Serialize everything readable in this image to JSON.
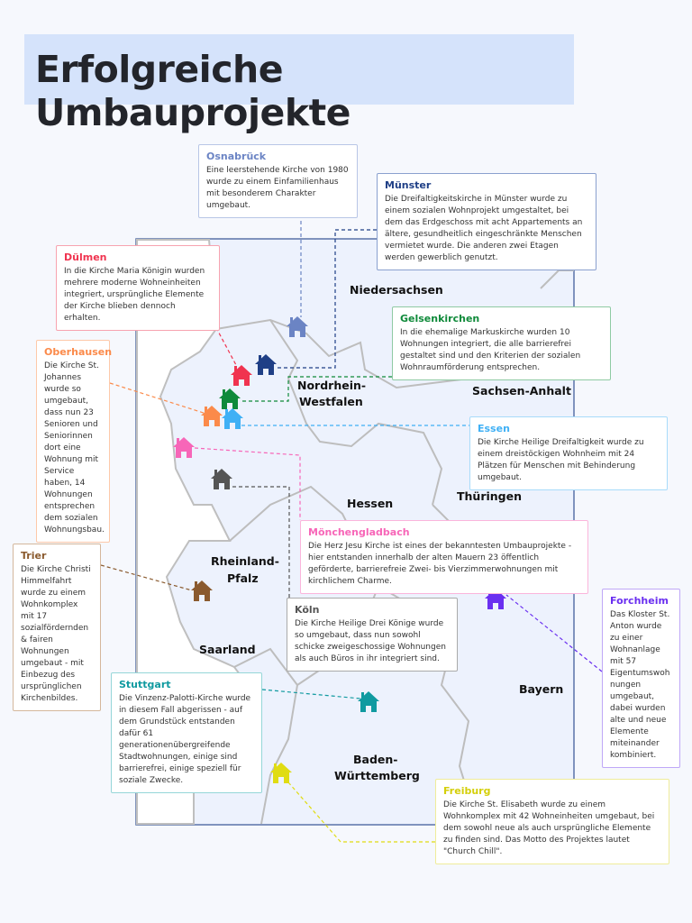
{
  "title": "Erfolgreiche Umbauprojekte",
  "regions": {
    "niedersachsen": "Niedersachsen",
    "nrw_1": "Nordrhein-",
    "nrw_2": "Westfalen",
    "sachsen_anhalt": "Sachsen-Anhalt",
    "hessen": "Hessen",
    "thueringen": "Thüringen",
    "rlp_1": "Rheinland-",
    "rlp_2": "Pfalz",
    "saarland": "Saarland",
    "bayern": "Bayern",
    "bw_1": "Baden-",
    "bw_2": "Württemberg"
  },
  "projects": {
    "osnabrueck": {
      "city": "Osnabrück",
      "text": "Eine leerstehende Kirche von 1980 wurde zu einem Einfamilienhaus mit besonderem Charakter umgebaut.",
      "color": "#6b84c4"
    },
    "muenster": {
      "city": "Münster",
      "text": "Die Dreifaltigkeitskirche in Münster wurde zu einem sozialen Wohnprojekt umgestaltet, bei dem das Erdgeschoss mit acht Appartements an ältere, gesundheitlich eingeschränkte Menschen vermietet wurde. Die anderen zwei Etagen werden gewerblich genutzt.",
      "color": "#1f3f86"
    },
    "duelmen": {
      "city": "Dülmen",
      "text": "In die Kirche Maria Königin wurden mehrere moderne Wohneinheiten integriert, ursprüngliche Elemente der Kirche blieben dennoch erhalten.",
      "color": "#f0334f"
    },
    "oberhausen": {
      "city": "Oberhausen",
      "text": "Die Kirche St. Johannes wurde so umgebaut, dass nun 23 Senioren und Seniorinnen dort eine Wohnung mit Service haben, 14 Wohnungen entsprechen dem sozialen Wohnungsbau.",
      "color": "#fb8a4a"
    },
    "gelsenkirchen": {
      "city": "Gelsenkirchen",
      "text": "In die ehemalige Markuskirche wurden 10 Wohnungen integriert, die alle barrierefrei gestaltet sind und den Kriterien der sozialen Wohnraumförderung entsprechen.",
      "color": "#0f8a3a"
    },
    "essen": {
      "city": "Essen",
      "text": "Die Kirche Heilige Dreifaltigkeit wurde zu einem dreistöckigen Wohnheim mit 24 Plätzen für Menschen mit Behinderung umgebaut.",
      "color": "#3fb0f5"
    },
    "moenchengladbach": {
      "city": "Mönchengladbach",
      "text": "Die Herz Jesu Kirche ist eines der bekanntesten Umbauprojekte - hier entstanden innerhalb der alten Mauern 23 öffentlich geförderte, barrierefreie Zwei- bis Vierzimmerwohnungen mit kirchlichem Charme.",
      "color": "#f766b8"
    },
    "koeln": {
      "city": "Köln",
      "text": "Die Kirche Heilige Drei Könige wurde so umgebaut, dass nun sowohl schicke zweigeschossige Wohnungen als auch Büros in ihr integriert sind.",
      "color": "#555555"
    },
    "trier": {
      "city": "Trier",
      "text": "Die Kirche Christi Himmelfahrt wurde zu einem Wohnkomplex mit 17 sozialfördernden & fairen Wohnungen umgebaut - mit Einbezug des ursprünglichen Kirchenbildes.",
      "color": "#8a5a2e"
    },
    "forchheim": {
      "city": "Forchheim",
      "text": "Das Kloster St. Anton wurde zu einer Wohnanlage mit 57 Eigentumswohnungen umgebaut, dabei wurden alte und neue Elemente miteinander kombiniert.",
      "color": "#6a2ff0"
    },
    "stuttgart": {
      "city": "Stuttgart",
      "text": "Die Vinzenz-Palotti-Kirche wurde in diesem Fall abgerissen - auf dem Grundstück entstanden dafür 61 generationenübergreifende Stadtwohnungen, einige sind barrierefrei, einige speziell für soziale Zwecke.",
      "color": "#109aa0"
    },
    "freiburg": {
      "city": "Freiburg",
      "text": "Die Kirche St. Elisabeth wurde zu einem Wohnkomplex mit 42 Wohneinheiten umgebaut, bei dem sowohl neue als auch ursprüngliche Elemente zu finden sind. Das Motto des Projektes lautet \"Church Chill\".",
      "color": "#e0dc12"
    }
  }
}
